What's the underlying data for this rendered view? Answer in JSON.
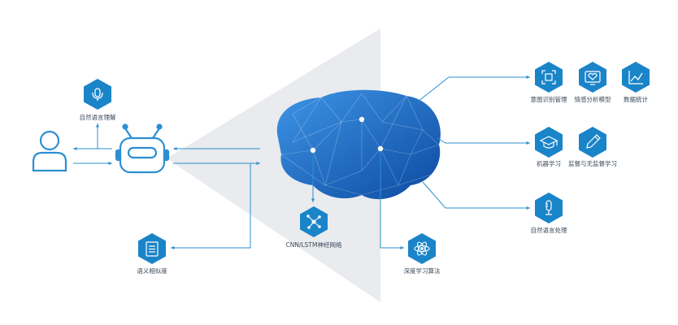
{
  "colors": {
    "accent": "#1a84c9",
    "line": "#2b8fd1",
    "brain_light": "#3b8fe0",
    "brain_dark": "#0e4fa8",
    "cone": "#e9ebee"
  },
  "nodes": {
    "nlu": {
      "label": "自然语言理解",
      "icon": "voice-icon"
    },
    "cnn": {
      "label": "CNN/LSTM神经网络",
      "icon": "network-icon"
    },
    "semantic": {
      "label": "语义相似度",
      "icon": "document-icon"
    },
    "deep": {
      "label": "深度学习算法",
      "icon": "atom-icon"
    },
    "intent": {
      "label": "意图识别管理",
      "icon": "frame-icon"
    },
    "emotion": {
      "label": "情感分析模型",
      "icon": "heart-monitor-icon"
    },
    "stats": {
      "label": "数据统计",
      "icon": "line-chart-icon"
    },
    "ml": {
      "label": "机器学习",
      "icon": "graduation-cap-icon"
    },
    "supervised": {
      "label": "监督与无监督学习",
      "icon": "pencil-icon"
    },
    "nlp": {
      "label": "自然语言处理",
      "icon": "microphone-icon"
    }
  },
  "actors": {
    "user": "user-icon",
    "robot": "robot-icon",
    "brain": "brain-graphic"
  }
}
